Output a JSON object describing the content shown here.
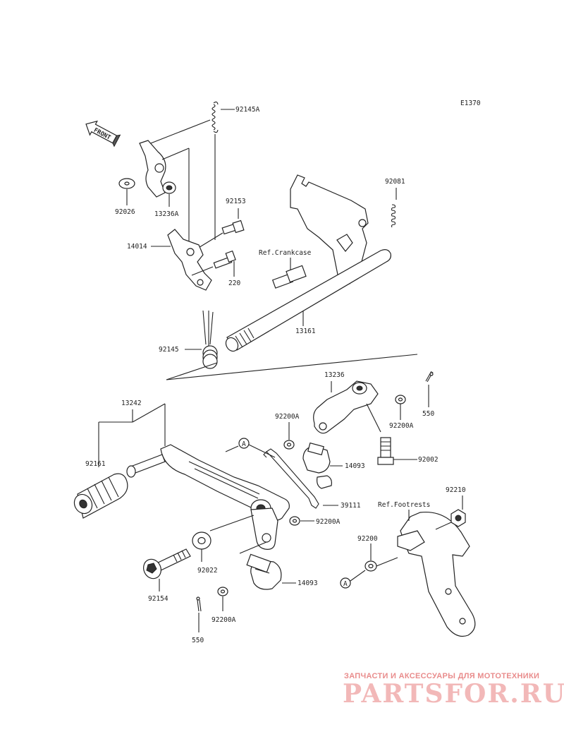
{
  "diagram_code": "E1370",
  "front_label": "FRONT",
  "callouts": {
    "p92145A": "92145A",
    "p92026": "92026",
    "p13236A": "13236A",
    "p92153": "92153",
    "p14014": "14014",
    "p220": "220",
    "p92081": "92081",
    "ref_crankcase": "Ref.Crankcase",
    "p13161": "13161",
    "p92145": "92145",
    "p13236": "13236",
    "p13242": "13242",
    "p92161": "92161",
    "p550_top": "550",
    "p92200A_1": "92200A",
    "p92200A_2": "92200A",
    "p92002": "92002",
    "p14093_1": "14093",
    "p39111": "39111",
    "p92200A_3": "92200A",
    "ref_footrests": "Ref.Footrests",
    "p92210": "92210",
    "p92200": "92200",
    "p92022": "92022",
    "p14093_2": "14093",
    "p92154": "92154",
    "p92200A_4": "92200A",
    "p550_bottom": "550",
    "marker_a1": "A",
    "marker_a2": "A"
  },
  "watermark": {
    "tagline": "ЗАПЧАСТИ И АКСЕССУАРЫ ДЛЯ МОТОТЕХНИКИ",
    "brand": "PARTSFOR.RU"
  }
}
